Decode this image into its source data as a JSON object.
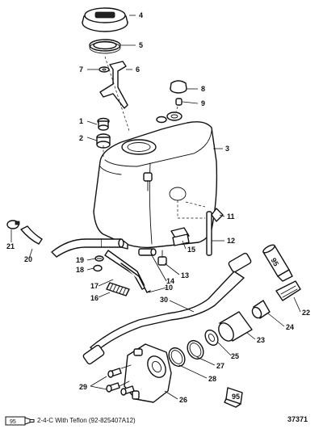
{
  "callouts": [
    "1",
    "2",
    "3",
    "4",
    "5",
    "6",
    "7",
    "8",
    "9",
    "10",
    "11",
    "12",
    "13",
    "14",
    "15",
    "16",
    "17",
    "18",
    "19",
    "20",
    "21",
    "22",
    "23",
    "24",
    "25",
    "26",
    "27",
    "28",
    "29",
    "30"
  ],
  "sealant_tag": "95",
  "footer": {
    "note": "2-4-C  With Teflon (92-825407A12)",
    "figure_id": "37371"
  }
}
